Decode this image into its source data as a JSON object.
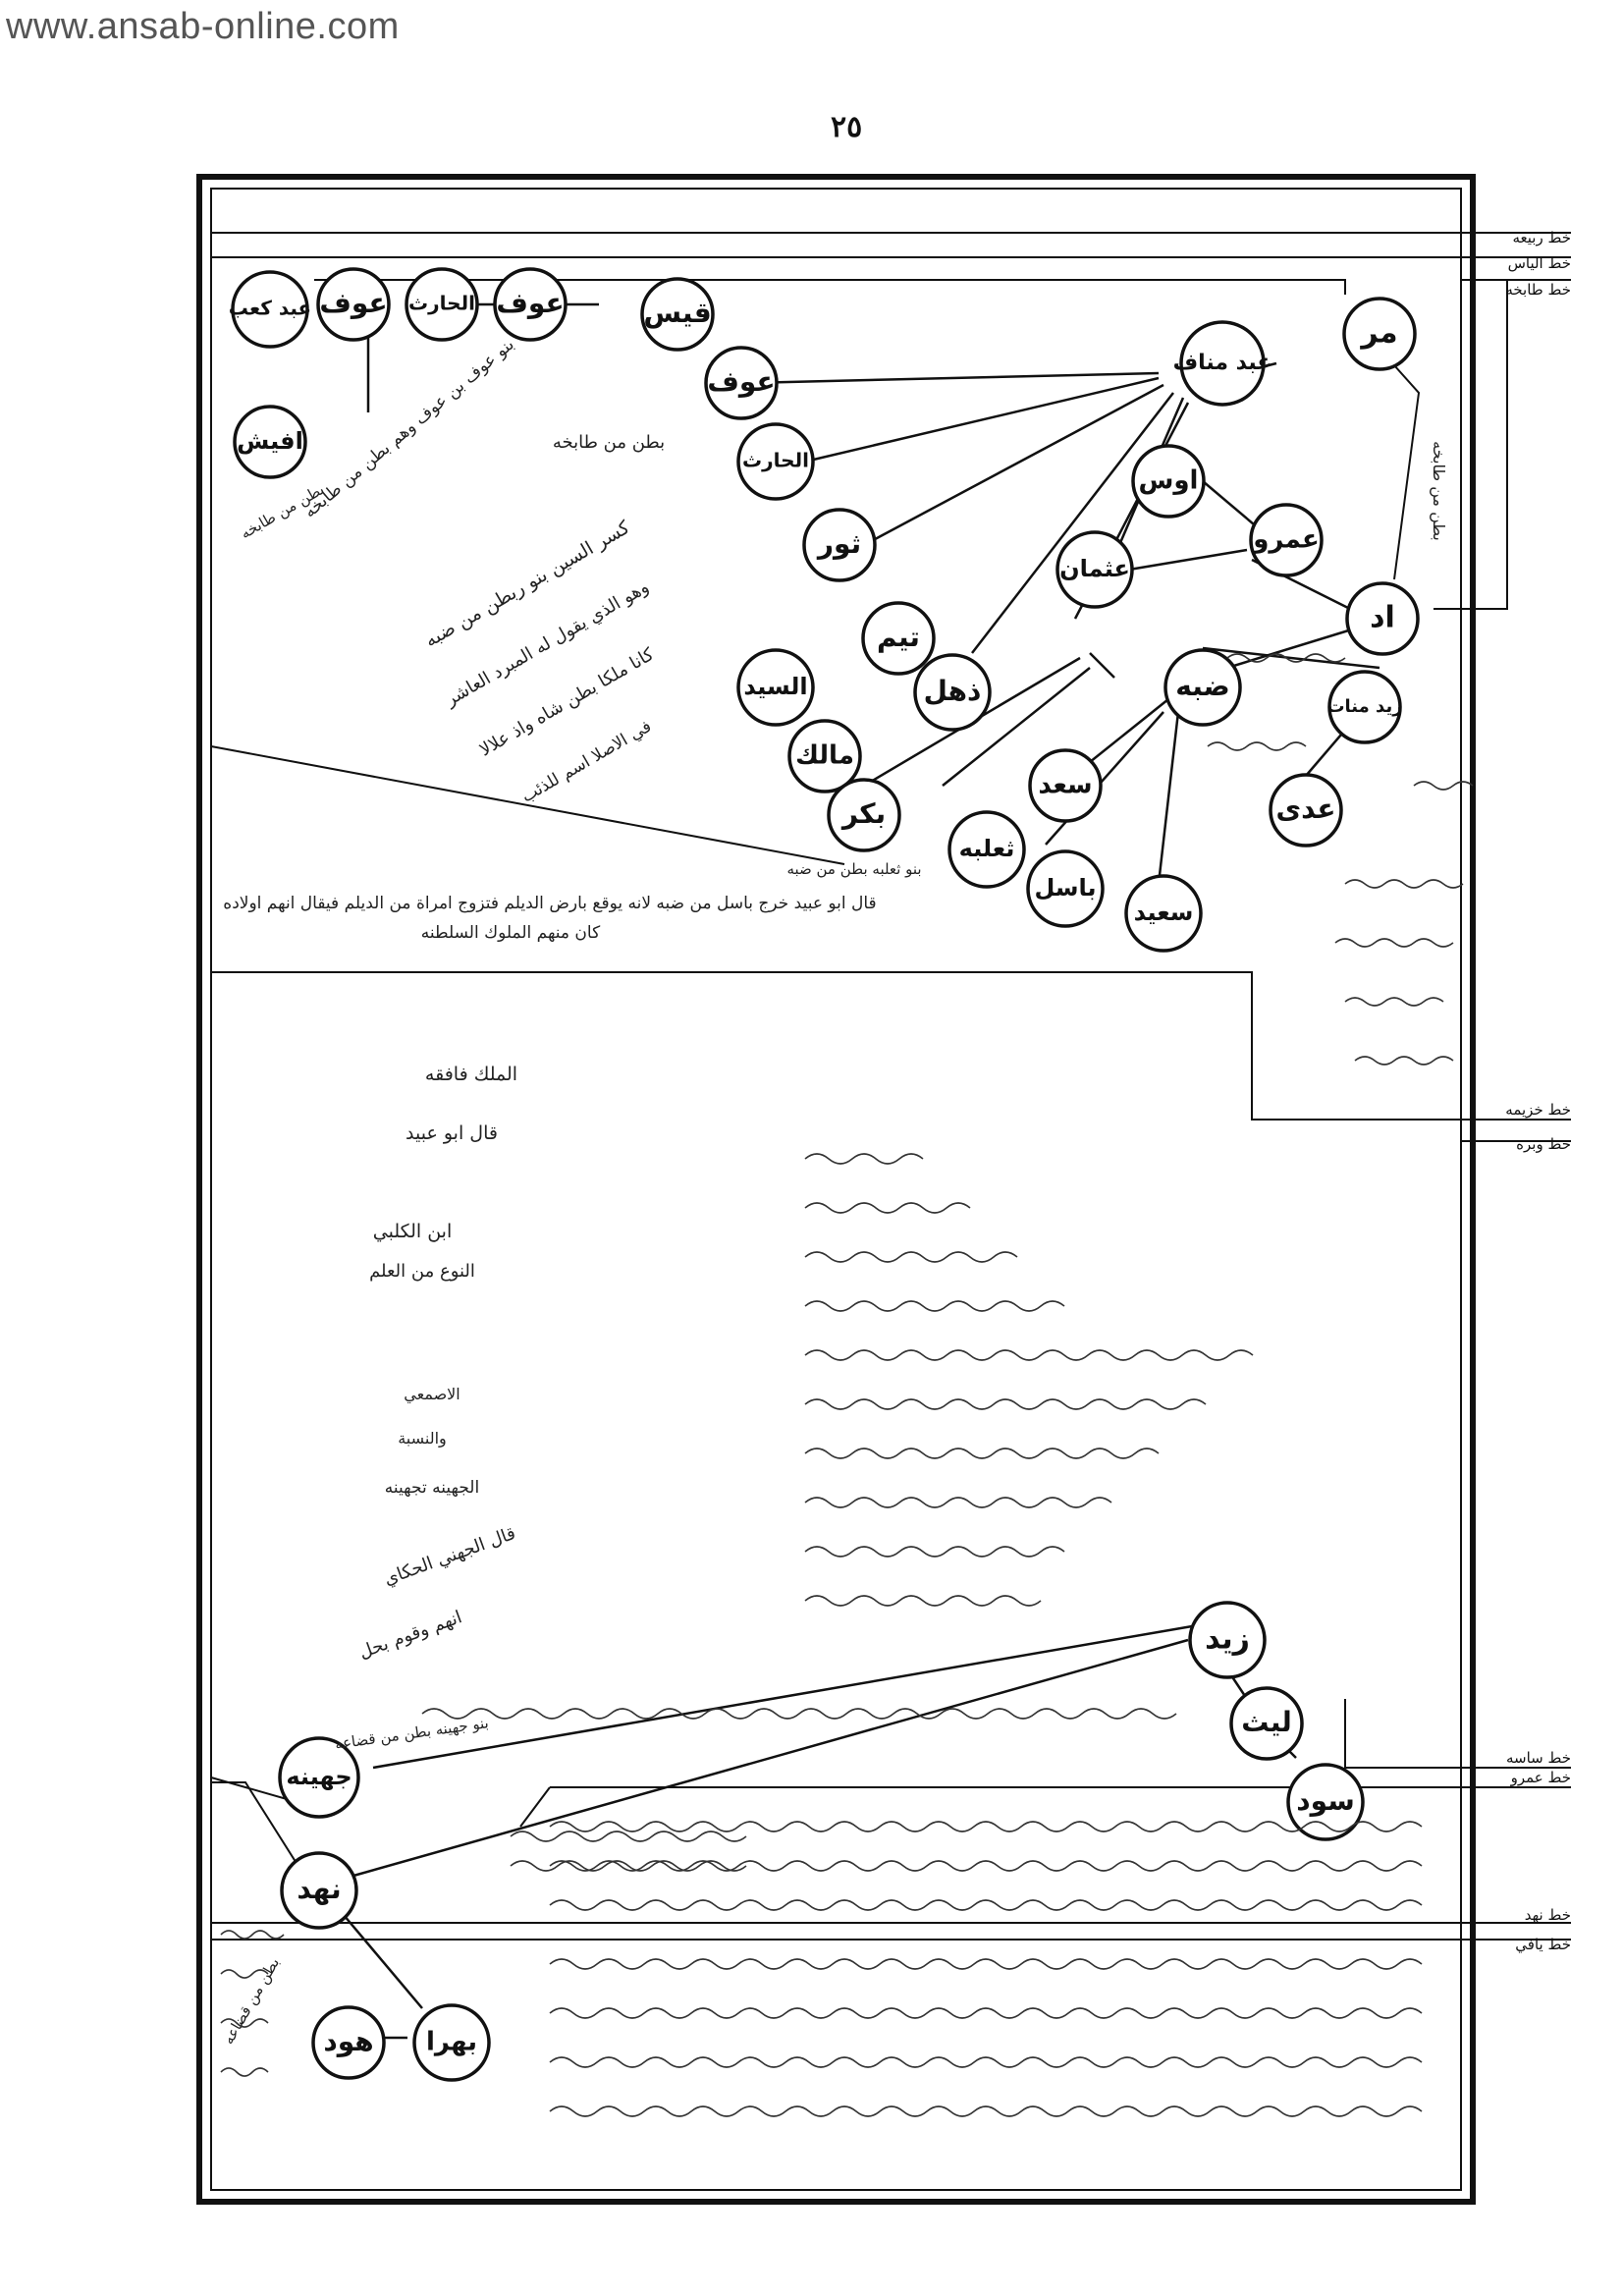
{
  "watermark": "www.ansab-online.com",
  "page_number": "٢٥",
  "margin_labels": {
    "rabia": "خط ربيعه",
    "alyas": "خط الياس",
    "tabikha": "خط طابخه",
    "khuzayma": "خط خزيمه",
    "wabara": "خط وبره",
    "salima": "خط ساسه",
    "amr": "خط عمرو",
    "nahd": "خط نهد",
    "yafi": "خط يافي"
  },
  "nodes": {
    "mur": "مر",
    "ud": "اد",
    "amr": "عمرو",
    "aws": "اوس",
    "abd_manaf": "عبد مناف",
    "uthman": "عثمان",
    "dabba": "ضبه",
    "zayd_manat": "زيد منات",
    "adi": "عدى",
    "awf1": "عوف",
    "qays": "قيس",
    "awf2": "عوف",
    "harith1": "الحارث",
    "awf3": "عوف",
    "abd_kaab": "عبد كعب",
    "ufaysh": "افيش",
    "harith2": "الحارث",
    "thawr": "ثور",
    "taym": "تيم",
    "dhuhl": "ذهل",
    "sayyid": "السيد",
    "malik": "مالك",
    "bakr": "بكر",
    "saad": "سعد",
    "thalaba": "ثعلبه",
    "basil": "باسل",
    "said": "سعيد",
    "zayd": "زيد",
    "layth": "ليث",
    "sud": "سود",
    "juhayna": "جهينه",
    "nahd": "نهد",
    "bahra": "بهرا",
    "hud": "هود"
  },
  "annotations": {
    "batn_tabikha_1": "بطن من طابخه",
    "batn_tabikha_2": "بطن من طابخه",
    "awf_note": "بنو عوف بن عوف وهم بطن من طابخه",
    "ufaysh_note": "بطن من طابخه",
    "sayyid_note": "كسر السين بنو ربطن من ضبه",
    "malik_note": "وهو الذي يقول له المبرد العاشر",
    "bakr_note": "كانا ملكا بطن شاه واذ علالا",
    "dhuhl_note": "في الاصلا اسم للذئب",
    "thalaba_note": "بنو ثعلبه بطن من ضبه",
    "basil_note": "قال ابو عبيد خرج باسل من ضبه لانه يوقع بارض الديلم فتزوج امراة من الديلم فيقال انهم اولاده",
    "basil_note_2": "كان منهم الملوك السلطنه",
    "juhayna_note": "بنو جهينه بطن من قضاعه",
    "center_note_1": "قال ابو عبيد",
    "center_note_2": "الملك فافقه",
    "center_note_3": "ابن الكلبي",
    "center_note_4": "النوع من العلم",
    "center_note_5": "الاصمعي",
    "center_note_6": "والنسبة",
    "center_note_7": "الجهينه تجهينه",
    "center_note_8": "قال الجهني الحكاي",
    "center_note_9": "انهم وقوم بحل",
    "bottom_note": "بطن من قضاعه"
  }
}
